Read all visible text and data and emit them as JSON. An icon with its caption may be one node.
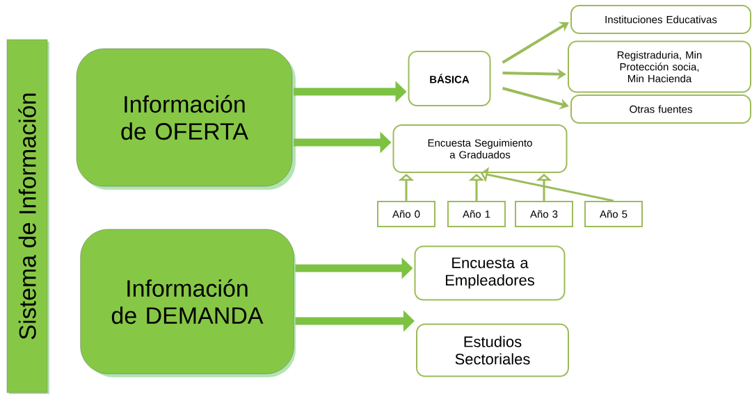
{
  "diagram": {
    "nodes": [
      {
        "text": [
          "Sistema de Información"
        ]
      },
      {
        "text": [
          "Información de OFERTA"
        ]
      },
      {
        "text": [
          "Información de DEMANDA"
        ]
      },
      {
        "text": [
          "BÁSICA"
        ]
      },
      {
        "text": [
          "Instituciones Educativas"
        ]
      },
      {
        "text": [
          "Registraduria, Min Protección socia, Min Hacienda"
        ]
      },
      {
        "text": [
          "Otras fuentes"
        ]
      },
      {
        "text": [
          "Encuesta Seguimiento a Graduados"
        ]
      },
      {
        "text": [
          "Año 0"
        ]
      },
      {
        "text": [
          "Año 1"
        ]
      },
      {
        "text": [
          "Año 3"
        ]
      },
      {
        "text": [
          "Año 5"
        ]
      },
      {
        "text": [
          "Encuesta a Empleadores"
        ]
      },
      {
        "text": [
          "Estudios Sectoriales"
        ]
      }
    ],
    "edges": [
      {
        "from": 1,
        "to": 3,
        "arrow": "to",
        "style": "thick"
      },
      {
        "from": 1,
        "to": 7,
        "arrow": "to",
        "style": "thick"
      },
      {
        "from": 2,
        "to": 12,
        "arrow": "to",
        "style": "thick"
      },
      {
        "from": 2,
        "to": 13,
        "arrow": "to",
        "style": "thick"
      },
      {
        "from": 3,
        "to": 4,
        "arrow": "to"
      },
      {
        "from": 3,
        "to": 5,
        "arrow": "to"
      },
      {
        "from": 3,
        "to": 6,
        "arrow": "to"
      },
      {
        "from": 8,
        "to": 7,
        "arrow": "to"
      },
      {
        "from": 9,
        "to": 7,
        "arrow": "to"
      },
      {
        "from": 10,
        "to": 7,
        "arrow": "to"
      },
      {
        "from": 11,
        "to": 7,
        "arrow": "to"
      }
    ]
  }
}
